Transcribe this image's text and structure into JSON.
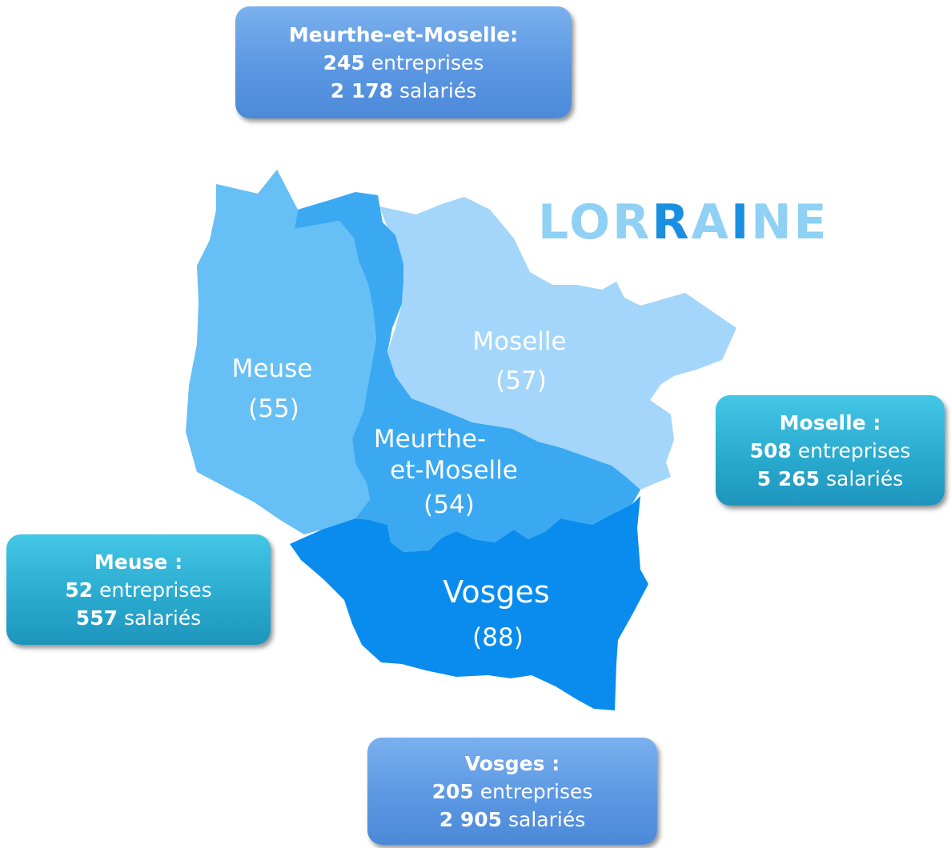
{
  "title": {
    "segments": [
      {
        "text": "LOR",
        "tone": "light"
      },
      {
        "text": "R",
        "tone": "dark"
      },
      {
        "text": "A",
        "tone": "light"
      },
      {
        "text": "I",
        "tone": "dark"
      },
      {
        "text": "NE",
        "tone": "light"
      }
    ]
  },
  "departments": {
    "meuse": {
      "name": "Meuse",
      "code": "(55)",
      "color": "#66bff5"
    },
    "meurthe_et_moselle": {
      "name_line1": "Meurthe-",
      "name_line2": "et-Moselle",
      "code": "(54)",
      "color": "#3aa9f2"
    },
    "moselle": {
      "name": "Moselle",
      "code": "(57)",
      "color": "#a3d6fa"
    },
    "vosges": {
      "name": "Vosges",
      "code": "(88)",
      "color": "#0a8cee"
    }
  },
  "info_boxes": {
    "meurthe_et_moselle": {
      "heading": "Meurthe-et-Moselle:",
      "companies": "245",
      "companies_label": "entreprises",
      "employees": "2 178",
      "employees_label": "salariés"
    },
    "moselle": {
      "heading": "Moselle :",
      "companies": "508",
      "companies_label": "entreprises",
      "employees": "5 265",
      "employees_label": "salariés"
    },
    "meuse": {
      "heading": "Meuse :",
      "companies": "52",
      "companies_label": "entreprises",
      "employees": "557",
      "employees_label": "salariés"
    },
    "vosges": {
      "heading": "Vosges :",
      "companies": "205",
      "companies_label": "entreprises",
      "employees": "2 905",
      "employees_label": "salariés"
    }
  },
  "colors": {
    "box_blue": "#5b97e2",
    "box_teal": "#2aabd0",
    "title_light": "#8fd0f5",
    "title_dark": "#1a8ee0"
  }
}
